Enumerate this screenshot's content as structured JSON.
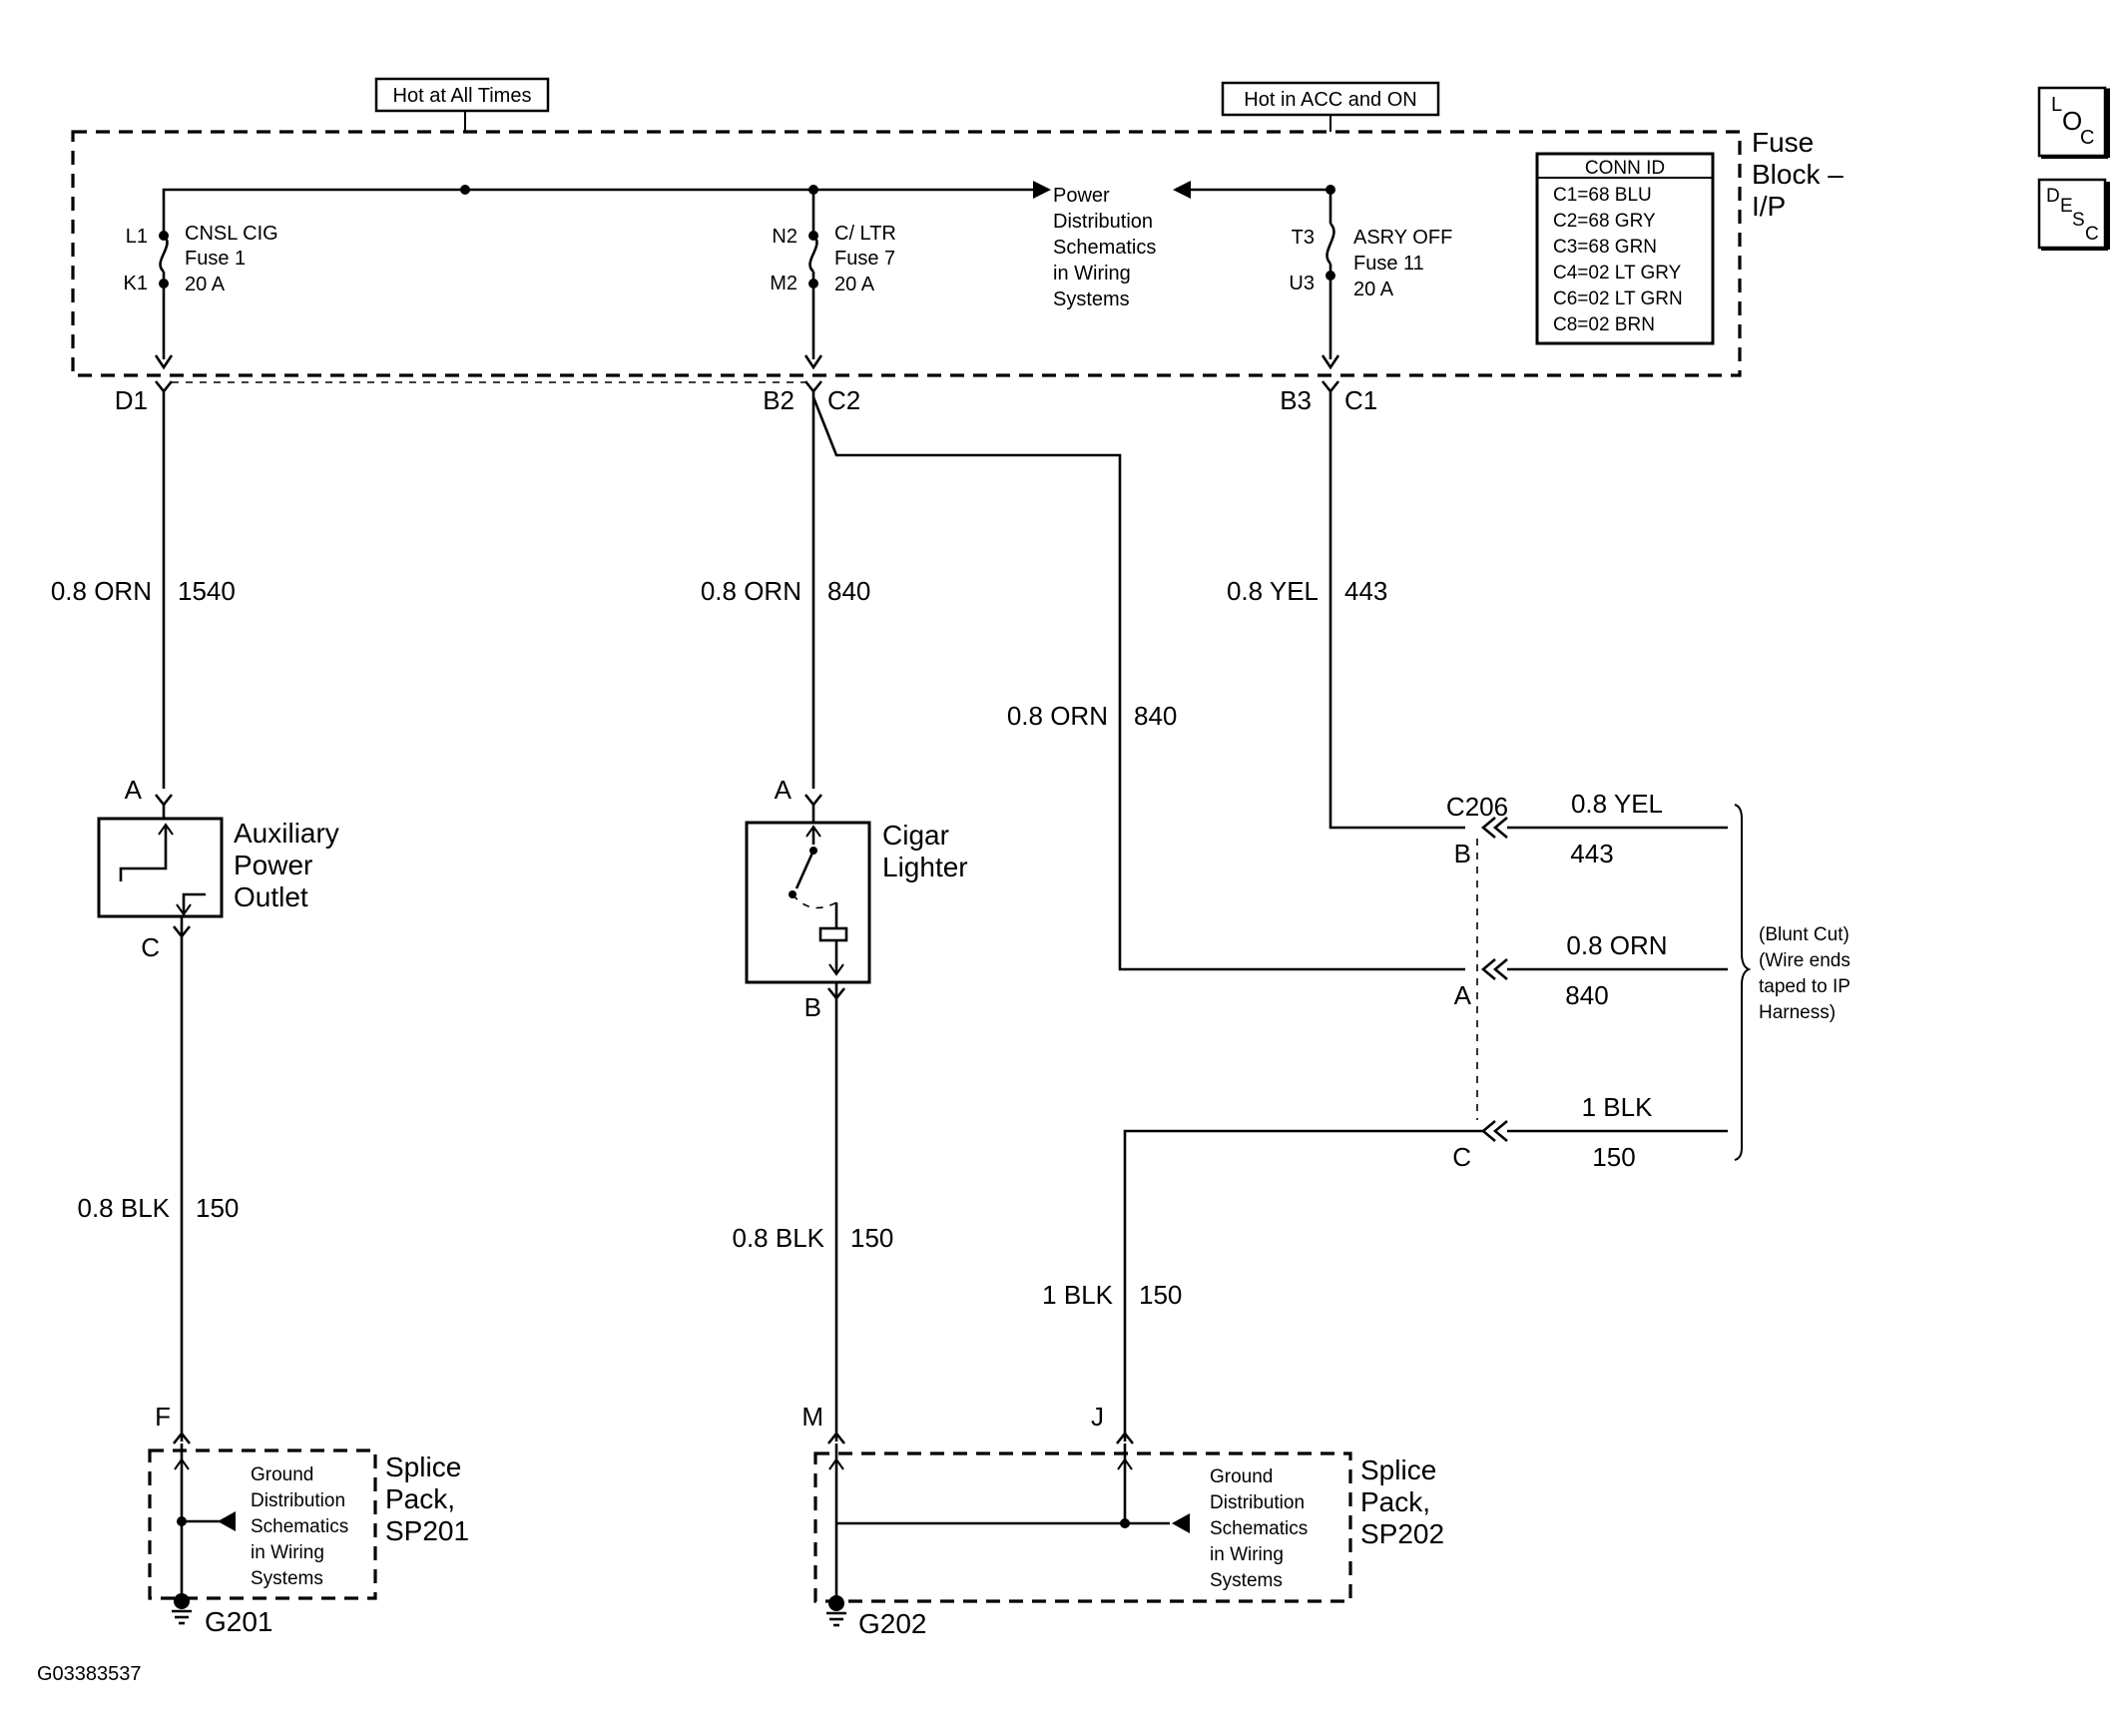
{
  "sources": {
    "hot_at_all_times": "Hot at All Times",
    "hot_in_acc_and_on": "Hot in ACC and ON"
  },
  "fuse_block": {
    "label_line1": "Fuse",
    "label_line2": "Block –",
    "label_line3": "I/P",
    "fuse1": {
      "pin_in": "L1",
      "pin_out": "K1",
      "name": "CNSL CIG",
      "fuse": "Fuse 1",
      "rating": "20 A"
    },
    "fuse7": {
      "pin_in": "N2",
      "pin_out": "M2",
      "name": "C/ LTR",
      "fuse": "Fuse 7",
      "rating": "20 A"
    },
    "fuse11": {
      "pin_in": "T3",
      "pin_out": "U3",
      "name": "ASRY OFF",
      "fuse": "Fuse 11",
      "rating": "20 A"
    },
    "power_dist": [
      "Power",
      "Distribution",
      "Schematics",
      "in Wiring",
      "Systems"
    ],
    "conn_id": {
      "title": "CONN ID",
      "rows": [
        "C1=68 BLU",
        "C2=68 GRY",
        "C3=68 GRN",
        "C4=02 LT GRY",
        "C6=02 LT GRN",
        "C8=02 BRN"
      ]
    }
  },
  "connectors": {
    "d1": "D1",
    "b2": "B2",
    "c2_top": "C2",
    "b3": "B3",
    "c1": "C1"
  },
  "wires": {
    "w1540": {
      "size_color": "0.8 ORN",
      "circuit": "1540"
    },
    "w840_a": {
      "size_color": "0.8 ORN",
      "circuit": "840"
    },
    "w840_b": {
      "size_color": "0.8 ORN",
      "circuit": "840"
    },
    "w443": {
      "size_color": "0.8 YEL",
      "circuit": "443"
    },
    "w150_a": {
      "size_color": "0.8 BLK",
      "circuit": "150"
    },
    "w150_b": {
      "size_color": "0.8 BLK",
      "circuit": "150"
    },
    "w150_c": {
      "size_color": "1 BLK",
      "circuit": "150"
    }
  },
  "aux_outlet": {
    "pin_top": "A",
    "pin_bottom": "C",
    "label": [
      "Auxiliary",
      "Power",
      "Outlet"
    ]
  },
  "cigar_lighter": {
    "pin_top": "A",
    "pin_bottom": "B",
    "label": [
      "Cigar",
      "Lighter"
    ]
  },
  "c206": {
    "name": "C206",
    "pin_b": "B",
    "pin_a": "A",
    "pin_c": "C",
    "right_b": {
      "size_color": "0.8 YEL",
      "circuit": "443"
    },
    "right_a": {
      "size_color": "0.8 ORN",
      "circuit": "840"
    },
    "right_c": {
      "size_color": "1 BLK",
      "circuit": "150"
    },
    "blunt_cut": [
      "(Blunt Cut)",
      "(Wire ends",
      "taped to IP",
      "Harness)"
    ]
  },
  "sp201": {
    "pin": "F",
    "label": [
      "Splice",
      "Pack,",
      "SP201"
    ],
    "ground_dist": [
      "Ground",
      "Distribution",
      "Schematics",
      "in Wiring",
      "Systems"
    ],
    "ground": "G201"
  },
  "sp202": {
    "pin_m": "M",
    "pin_j": "J",
    "label": [
      "Splice",
      "Pack,",
      "SP202"
    ],
    "ground_dist": [
      "Ground",
      "Distribution",
      "Schematics",
      "in Wiring",
      "Systems"
    ],
    "ground": "G202"
  },
  "nav": {
    "loc": [
      "L",
      "O",
      "C"
    ],
    "desc": [
      "D",
      "E",
      "S",
      "C"
    ]
  },
  "figure_id": "G03383537"
}
